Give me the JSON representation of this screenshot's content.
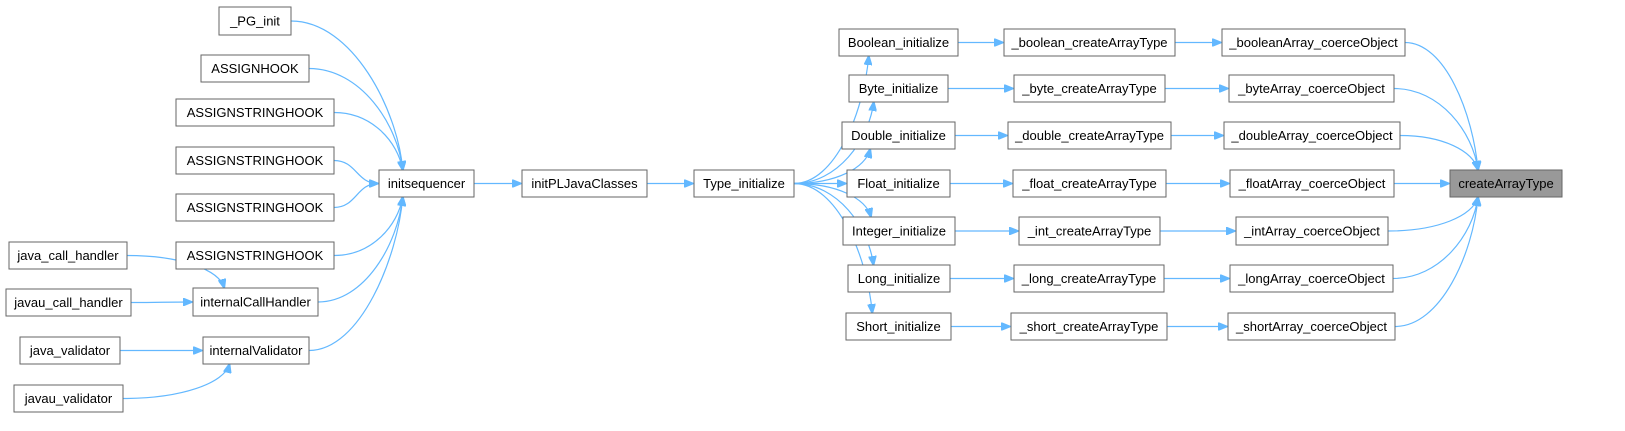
{
  "graph": {
    "title": "",
    "edge_color": "#63b8ff",
    "root_fill": "#999999",
    "node_fill": "#ffffff",
    "node_border": "#666666",
    "nodes": [
      {
        "id": "pg_init",
        "label": "_PG_init"
      },
      {
        "id": "assignhook",
        "label": "ASSIGNHOOK"
      },
      {
        "id": "assignstringhook1",
        "label": "ASSIGNSTRINGHOOK"
      },
      {
        "id": "assignstringhook2",
        "label": "ASSIGNSTRINGHOOK"
      },
      {
        "id": "assignstringhook3",
        "label": "ASSIGNSTRINGHOOK"
      },
      {
        "id": "assignstringhook4",
        "label": "ASSIGNSTRINGHOOK"
      },
      {
        "id": "java_call_handler",
        "label": "java_call_handler"
      },
      {
        "id": "javau_call_handler",
        "label": "javau_call_handler"
      },
      {
        "id": "java_validator",
        "label": "java_validator"
      },
      {
        "id": "javau_validator",
        "label": "javau_validator"
      },
      {
        "id": "internalCallHandler",
        "label": "internalCallHandler"
      },
      {
        "id": "internalValidator",
        "label": "internalValidator"
      },
      {
        "id": "initsequencer",
        "label": "initsequencer"
      },
      {
        "id": "initPLJavaClasses",
        "label": "initPLJavaClasses"
      },
      {
        "id": "Type_initialize",
        "label": "Type_initialize"
      },
      {
        "id": "Boolean_initialize",
        "label": "Boolean_initialize"
      },
      {
        "id": "Byte_initialize",
        "label": "Byte_initialize"
      },
      {
        "id": "Double_initialize",
        "label": "Double_initialize"
      },
      {
        "id": "Float_initialize",
        "label": "Float_initialize"
      },
      {
        "id": "Integer_initialize",
        "label": "Integer_initialize"
      },
      {
        "id": "Long_initialize",
        "label": "Long_initialize"
      },
      {
        "id": "Short_initialize",
        "label": "Short_initialize"
      },
      {
        "id": "_boolean_createArrayType",
        "label": "_boolean_createArrayType"
      },
      {
        "id": "_byte_createArrayType",
        "label": "_byte_createArrayType"
      },
      {
        "id": "_double_createArrayType",
        "label": "_double_createArrayType"
      },
      {
        "id": "_float_createArrayType",
        "label": "_float_createArrayType"
      },
      {
        "id": "_int_createArrayType",
        "label": "_int_createArrayType"
      },
      {
        "id": "_long_createArrayType",
        "label": "_long_createArrayType"
      },
      {
        "id": "_short_createArrayType",
        "label": "_short_createArrayType"
      },
      {
        "id": "_booleanArray_coerceObject",
        "label": "_booleanArray_coerceObject"
      },
      {
        "id": "_byteArray_coerceObject",
        "label": "_byteArray_coerceObject"
      },
      {
        "id": "_doubleArray_coerceObject",
        "label": "_doubleArray_coerceObject"
      },
      {
        "id": "_floatArray_coerceObject",
        "label": "_floatArray_coerceObject"
      },
      {
        "id": "_intArray_coerceObject",
        "label": "_intArray_coerceObject"
      },
      {
        "id": "_longArray_coerceObject",
        "label": "_longArray_coerceObject"
      },
      {
        "id": "_shortArray_coerceObject",
        "label": "_shortArray_coerceObject"
      },
      {
        "id": "createArrayType",
        "label": "createArrayType",
        "root": true
      }
    ],
    "edges": [
      {
        "from": "initsequencer",
        "to": "pg_init"
      },
      {
        "from": "initsequencer",
        "to": "assignhook"
      },
      {
        "from": "initsequencer",
        "to": "assignstringhook1"
      },
      {
        "from": "initsequencer",
        "to": "assignstringhook2"
      },
      {
        "from": "initsequencer",
        "to": "assignstringhook3"
      },
      {
        "from": "initsequencer",
        "to": "assignstringhook4"
      },
      {
        "from": "initsequencer",
        "to": "internalCallHandler"
      },
      {
        "from": "initsequencer",
        "to": "internalValidator"
      },
      {
        "from": "internalCallHandler",
        "to": "java_call_handler"
      },
      {
        "from": "internalCallHandler",
        "to": "javau_call_handler"
      },
      {
        "from": "internalValidator",
        "to": "java_validator"
      },
      {
        "from": "internalValidator",
        "to": "javau_validator"
      },
      {
        "from": "initPLJavaClasses",
        "to": "initsequencer"
      },
      {
        "from": "Type_initialize",
        "to": "initPLJavaClasses"
      },
      {
        "from": "Boolean_initialize",
        "to": "Type_initialize"
      },
      {
        "from": "Byte_initialize",
        "to": "Type_initialize"
      },
      {
        "from": "Double_initialize",
        "to": "Type_initialize"
      },
      {
        "from": "Float_initialize",
        "to": "Type_initialize"
      },
      {
        "from": "Integer_initialize",
        "to": "Type_initialize"
      },
      {
        "from": "Long_initialize",
        "to": "Type_initialize"
      },
      {
        "from": "Short_initialize",
        "to": "Type_initialize"
      },
      {
        "from": "_boolean_createArrayType",
        "to": "Boolean_initialize"
      },
      {
        "from": "_byte_createArrayType",
        "to": "Byte_initialize"
      },
      {
        "from": "_double_createArrayType",
        "to": "Double_initialize"
      },
      {
        "from": "_float_createArrayType",
        "to": "Float_initialize"
      },
      {
        "from": "_int_createArrayType",
        "to": "Integer_initialize"
      },
      {
        "from": "_long_createArrayType",
        "to": "Long_initialize"
      },
      {
        "from": "_short_createArrayType",
        "to": "Short_initialize"
      },
      {
        "from": "_booleanArray_coerceObject",
        "to": "_boolean_createArrayType"
      },
      {
        "from": "_byteArray_coerceObject",
        "to": "_byte_createArrayType"
      },
      {
        "from": "_doubleArray_coerceObject",
        "to": "_double_createArrayType"
      },
      {
        "from": "_floatArray_coerceObject",
        "to": "_float_createArrayType"
      },
      {
        "from": "_intArray_coerceObject",
        "to": "_int_createArrayType"
      },
      {
        "from": "_longArray_coerceObject",
        "to": "_long_createArrayType"
      },
      {
        "from": "_shortArray_coerceObject",
        "to": "_short_createArrayType"
      },
      {
        "from": "createArrayType",
        "to": "_booleanArray_coerceObject"
      },
      {
        "from": "createArrayType",
        "to": "_byteArray_coerceObject"
      },
      {
        "from": "createArrayType",
        "to": "_doubleArray_coerceObject"
      },
      {
        "from": "createArrayType",
        "to": "_floatArray_coerceObject"
      },
      {
        "from": "createArrayType",
        "to": "_intArray_coerceObject"
      },
      {
        "from": "createArrayType",
        "to": "_longArray_coerceObject"
      },
      {
        "from": "createArrayType",
        "to": "_shortArray_coerceObject"
      }
    ]
  }
}
